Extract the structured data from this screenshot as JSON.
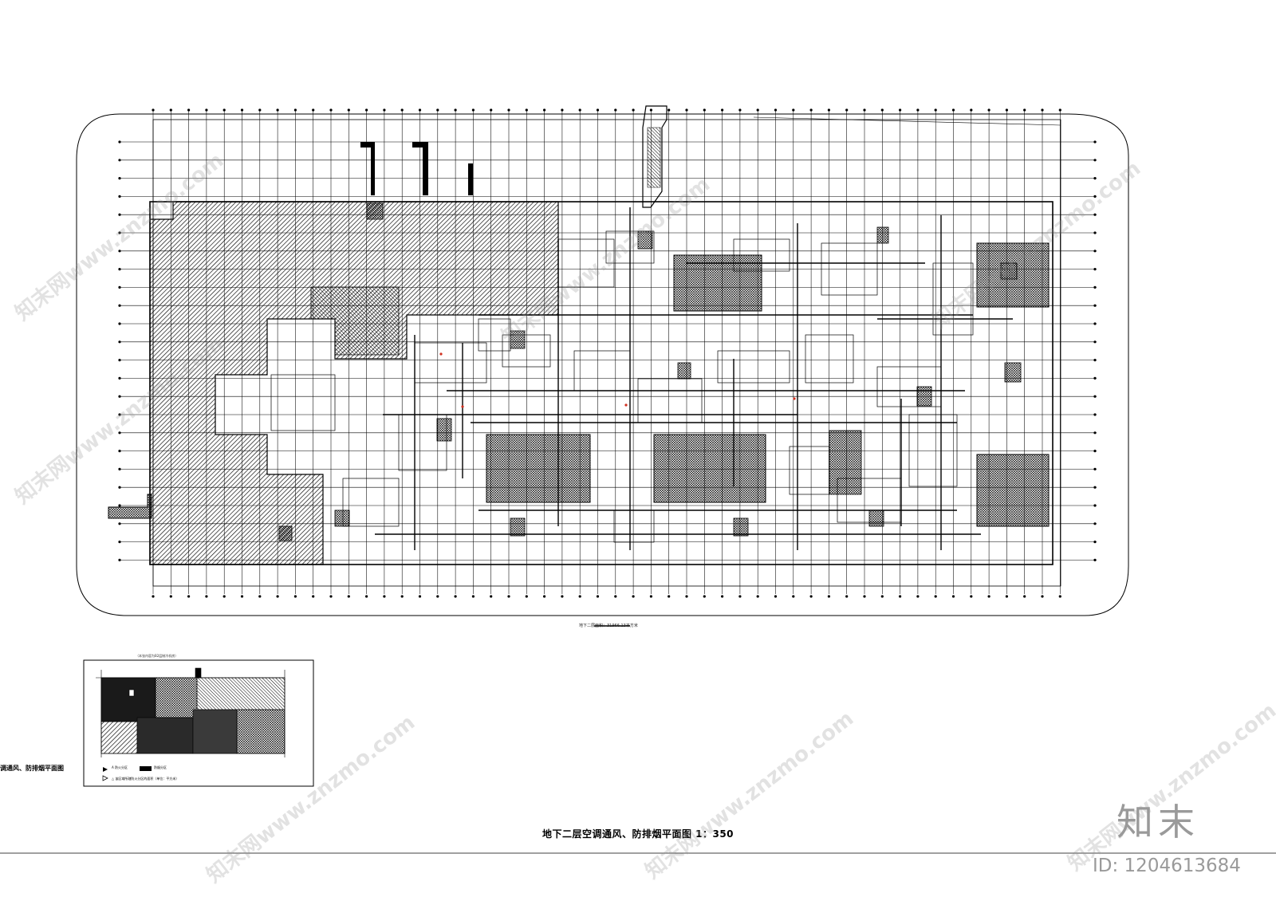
{
  "drawing": {
    "title": "地下二层空调通风、防排烟平面图 1：350",
    "area_note": "地下二层面积：31966.13平方米",
    "key_plan": {
      "caption": "（本张内容为B2层制冷机房）",
      "title": "调通风、防排烟平面图",
      "legend": [
        "A  防火分区",
        "防烟分区",
        "△ 该区域所辖防火分区的面积（单位：平方米）"
      ]
    }
  },
  "brand": {
    "text": "知末",
    "id_label": "ID: 1204613684"
  },
  "watermarks": [
    "知末网www.znzmo.com",
    "知末网www.znzmo.com",
    "知末网www.znzmo.com",
    "知末网www.znzmo.com",
    "知末网www.znzmo.com",
    "知末网www.znzmo.com",
    "知末网www.znzmo.com"
  ],
  "colors": {
    "line": "#000000",
    "hatch_dark": "#6a6a6a",
    "watermark": "#9a9a9a",
    "marker_red": "#d03020"
  }
}
